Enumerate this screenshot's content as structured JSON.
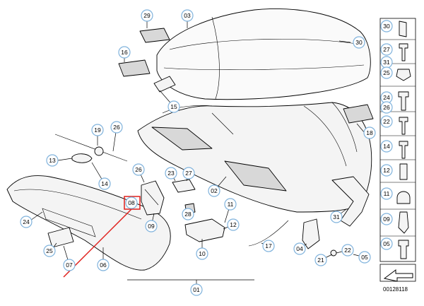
{
  "callouts": [
    {
      "label": "29"
    },
    {
      "label": "03"
    },
    {
      "label": "16"
    },
    {
      "label": "30"
    },
    {
      "label": "15"
    },
    {
      "label": "18"
    },
    {
      "label": "19"
    },
    {
      "label": "26"
    },
    {
      "label": "13"
    },
    {
      "label": "14"
    },
    {
      "label": "26"
    },
    {
      "label": "23"
    },
    {
      "label": "27"
    },
    {
      "label": "02"
    },
    {
      "label": "08"
    },
    {
      "label": "24"
    },
    {
      "label": "28"
    },
    {
      "label": "09"
    },
    {
      "label": "11"
    },
    {
      "label": "12"
    },
    {
      "label": "31"
    },
    {
      "label": "25"
    },
    {
      "label": "07"
    },
    {
      "label": "06"
    },
    {
      "label": "10"
    },
    {
      "label": "17"
    },
    {
      "label": "04"
    },
    {
      "label": "22"
    },
    {
      "label": "21"
    },
    {
      "label": "05"
    },
    {
      "label": "01"
    }
  ],
  "side_panel": [
    {
      "label": "30"
    },
    {
      "label": "27"
    },
    {
      "label": "31"
    },
    {
      "label": "25"
    },
    {
      "label": "24"
    },
    {
      "label": "26"
    },
    {
      "label": "22"
    },
    {
      "label": "14"
    },
    {
      "label": "12"
    },
    {
      "label": "11"
    },
    {
      "label": "09"
    },
    {
      "label": "05"
    }
  ],
  "diagram_code": "00128118",
  "highlight_color": "#e0201c",
  "callout_color": "#7fb2dc"
}
